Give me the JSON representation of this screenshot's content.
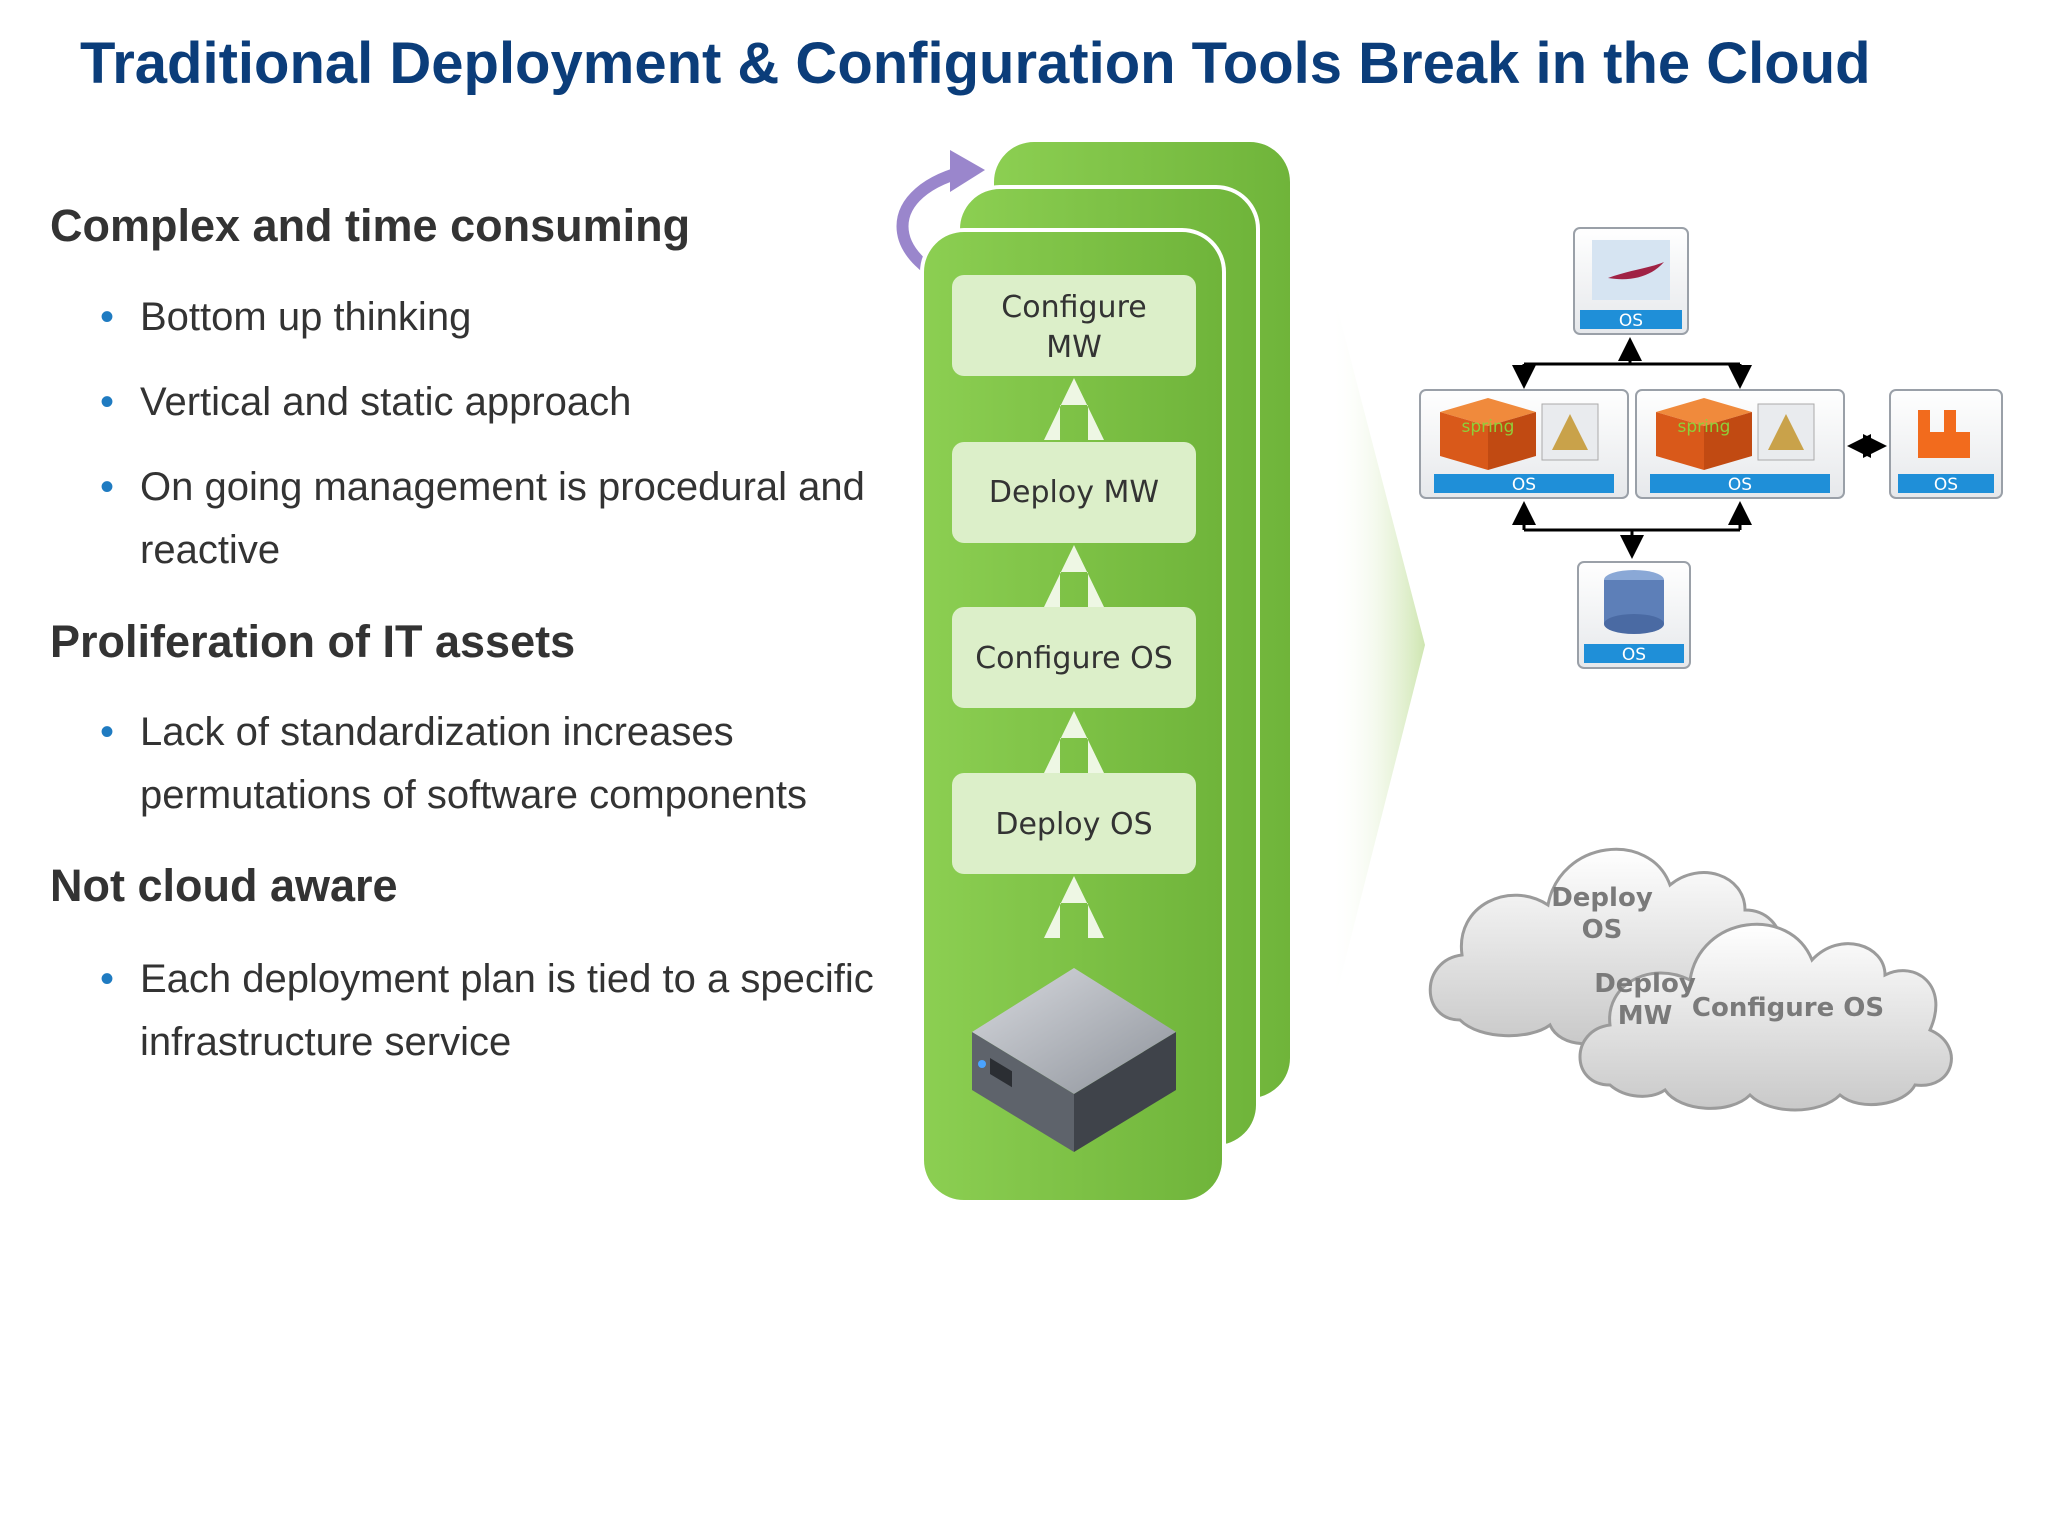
{
  "slide": {
    "title": "Traditional Deployment & Configuration Tools Break in the Cloud"
  },
  "sections": [
    {
      "heading": "Complex and time consuming",
      "bullets": [
        "Bottom up thinking",
        "Vertical and static approach",
        "On going management is procedural and",
        "reactive"
      ]
    },
    {
      "heading": "Proliferation of IT assets",
      "bullets": [
        "Lack of standardization increases",
        "permutations of software components"
      ]
    },
    {
      "heading": "Not cloud aware",
      "bullets": [
        "Each deployment plan is tied to a specific",
        "infrastructure service"
      ]
    }
  ],
  "stack": {
    "steps": [
      "Configure",
      "MW",
      "Deploy MW",
      "Configure OS",
      "Deploy OS"
    ]
  },
  "topology": {
    "os_label": "OS",
    "spring_label": "spring"
  },
  "clouds": {
    "labels": [
      "Deploy",
      "OS",
      "Deploy",
      "MW",
      "Configure OS"
    ]
  },
  "colors": {
    "title": "#0b3d7a",
    "bullet": "#1f7bc1",
    "stack_green": "#7dc244",
    "os_bar": "#1f8fd8",
    "spring_orange": "#e3661f"
  }
}
